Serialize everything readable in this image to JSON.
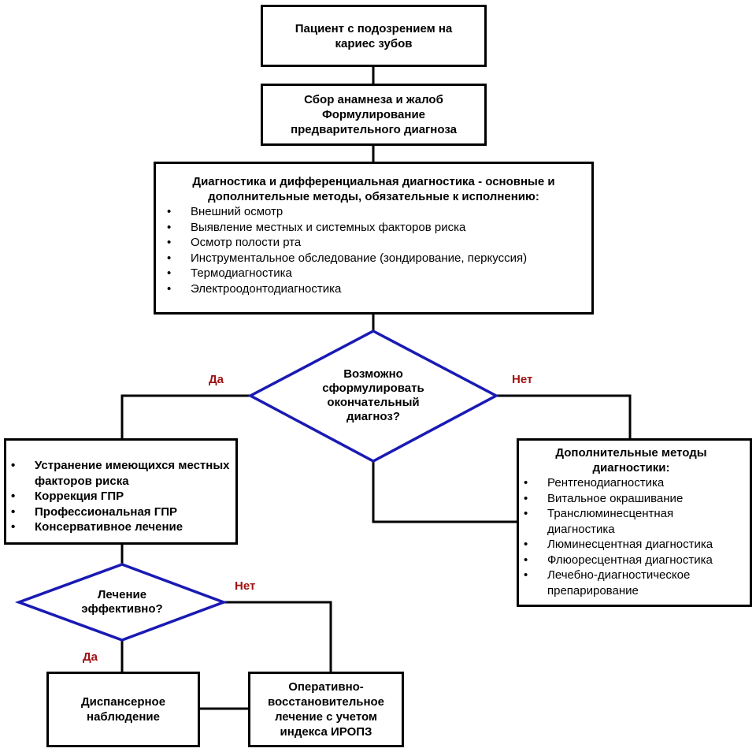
{
  "box_patient": [
    "Пациент с подозрением на",
    "кариес зубов"
  ],
  "box_anamnesis": [
    "Сбор анамнеза и жалоб",
    "Формулирование",
    "предварительного диагноза"
  ],
  "box_diagnostics": {
    "title": [
      "Диагностика и дифференциальная диагностика - основные и",
      "дополнительные методы, обязательные к исполнению:"
    ],
    "items": [
      "Внешний осмотр",
      "Выявление местных и системных факторов риска",
      "Осмотр полости рта",
      "Инструментальное обследование (зондирование, перкуссия)",
      "Термодиагностика",
      "Электроодонтодиагностика"
    ]
  },
  "diamond_diagnosis": [
    "Возможно",
    "сформулировать",
    "окончательный",
    "диагноз?"
  ],
  "label_yes_1": "Да",
  "label_no_1": "Нет",
  "box_treatment": {
    "items": [
      "Устранение имеющихся местных факторов риска",
      "Коррекция ГПР",
      "Профессиональная ГПР",
      "Консервативное лечение"
    ]
  },
  "box_additional": {
    "title": [
      "Дополнительные методы",
      "диагностики:"
    ],
    "items": [
      "Рентгенодиагностика",
      "Витальное окрашивание",
      "Транслюминесцентная диагностика",
      "Люминесцентная диагностика",
      "Флюоресцентная диагностика",
      "Лечебно-диагностическое препарирование"
    ]
  },
  "diamond_effective": [
    "Лечение",
    "эффективно?"
  ],
  "label_no_2": "Нет",
  "label_yes_2": "Да",
  "box_dispensary": [
    "Диспансерное",
    "наблюдение"
  ],
  "box_operative": [
    "Оперативно-",
    "восстановительное",
    "лечение с учетом",
    "индекса ИРОПЗ"
  ],
  "colors": {
    "diamond_stroke": "#1a1ab4",
    "label_color": "#a01212"
  }
}
